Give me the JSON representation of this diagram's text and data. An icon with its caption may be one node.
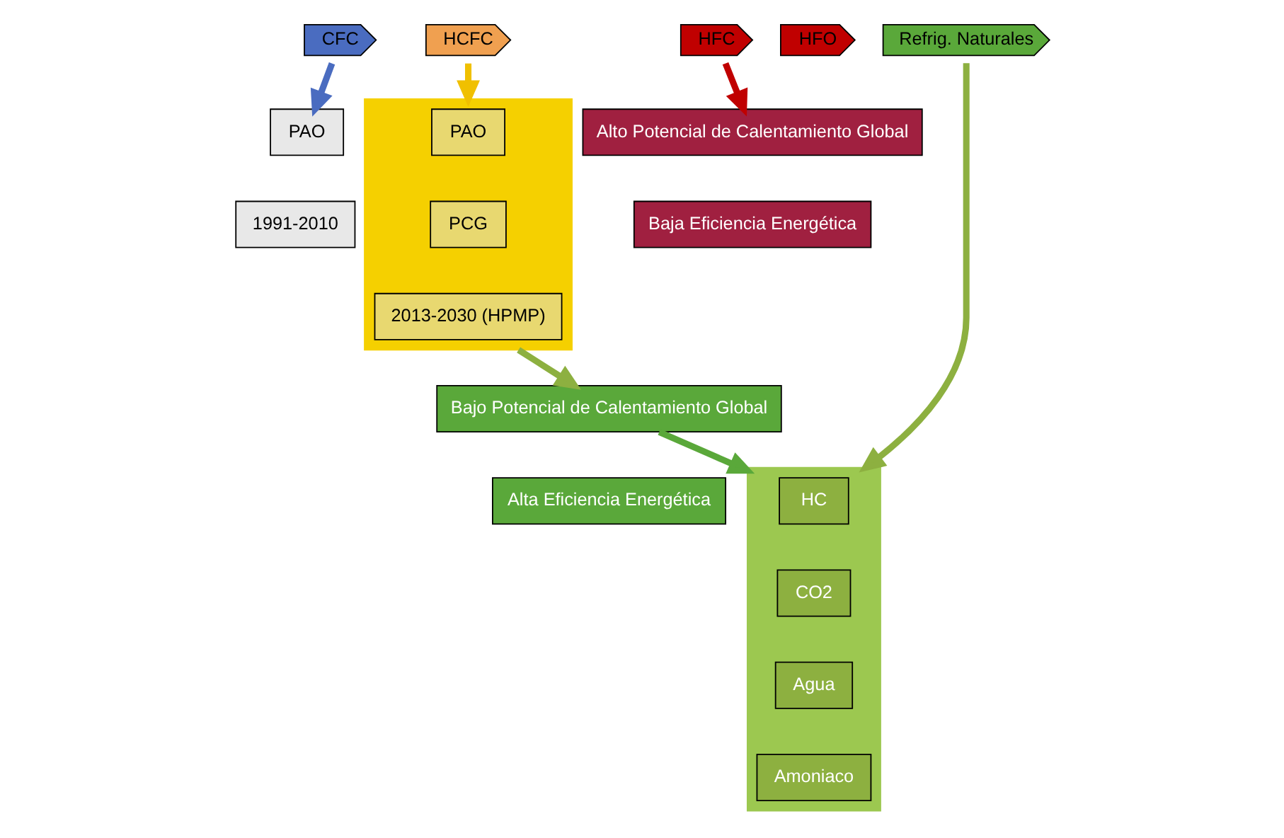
{
  "diagram": {
    "nodes": [
      {
        "text": [
          "CFC"
        ]
      },
      {
        "text": [
          "HCFC"
        ]
      },
      {
        "text": [
          "HFC"
        ]
      },
      {
        "text": [
          "HFO"
        ]
      },
      {
        "text": [
          "Refrig. Naturales"
        ]
      },
      {
        "text": [
          "PAO"
        ]
      },
      {
        "text": [
          "1991-2010"
        ]
      },
      {
        "text": [],
        "shape": "box"
      },
      {
        "text": [
          "PAO"
        ],
        "in": 7
      },
      {
        "text": [
          "PCG"
        ],
        "in": 7
      },
      {
        "text": [
          "2013-2030 (HPMP)"
        ],
        "in": 7
      },
      {
        "text": [
          "Alto Potencial de Calentamiento Global"
        ]
      },
      {
        "text": [
          "Baja Eficiencia Energética"
        ]
      },
      {
        "text": [],
        "shape": "box"
      },
      {
        "text": [
          "HC"
        ],
        "in": 13
      },
      {
        "text": [
          "CO2"
        ],
        "in": 13
      },
      {
        "text": [
          "Agua"
        ],
        "in": 13
      },
      {
        "text": [
          "Amoniaco"
        ],
        "in": 13
      },
      {
        "text": [
          "Bajo Potencial de Calentamiento Global"
        ]
      },
      {
        "text": [
          "Alta Eficiencia Energética"
        ]
      }
    ],
    "edges": [
      {
        "from": 0,
        "to": 5,
        "arrow": "to",
        "color": "#4a6cc0"
      },
      {
        "from": 1,
        "to": 7,
        "arrow": "to",
        "color": "#f0c000"
      },
      {
        "from": 2,
        "to": 11,
        "arrow": "to",
        "color": "#c00000"
      },
      {
        "from": 4,
        "to": 13,
        "arrow": "to",
        "color": "#8db040"
      },
      {
        "from": 7,
        "to": 18,
        "arrow": "to",
        "color": "#8db040"
      },
      {
        "from": 18,
        "to": 13,
        "arrow": "to",
        "color": "#5aa83a"
      }
    ]
  }
}
